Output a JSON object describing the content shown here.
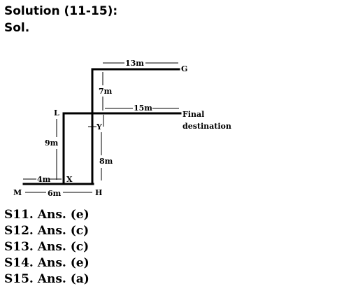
{
  "header": {
    "title": "Solution (11-15):",
    "subtitle": "Sol."
  },
  "diagram": {
    "labels": {
      "g": "G",
      "l": "L",
      "m": "M",
      "h": "H",
      "x": "X",
      "y": "Y",
      "final": "Final",
      "destination": "destination"
    },
    "distances": {
      "top": "13m",
      "upper": "7m",
      "middle": "15m",
      "left": "9m",
      "lower": "8m",
      "short": "4m",
      "bottom": "6m"
    }
  },
  "answers": [
    "S11. Ans. (e)",
    "S12. Ans. (c)",
    "S13. Ans. (c)",
    "S14. Ans. (e)",
    "S15. Ans. (a)"
  ]
}
